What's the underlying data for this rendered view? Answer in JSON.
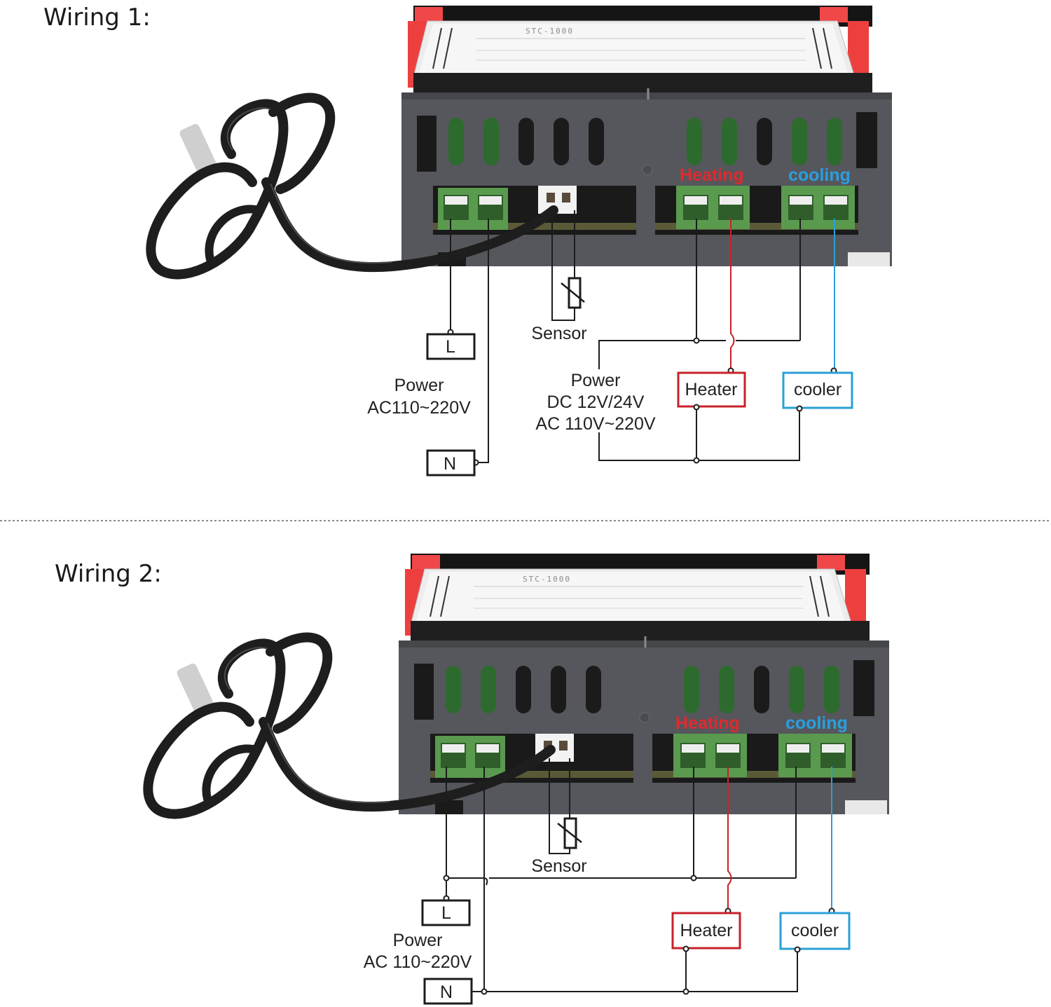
{
  "sections": [
    {
      "title": "Wiring 1:",
      "device": {
        "model_label": "STC-1000",
        "terminal_labels": {
          "heating": "Heating",
          "cooling": "cooling"
        }
      },
      "sensor_label": "Sensor",
      "input_power": {
        "title": "Power",
        "spec": "AC110~220V",
        "line_label": "L",
        "neutral_label": "N"
      },
      "load_power": {
        "title": "Power",
        "spec_lines": [
          "DC 12V/24V",
          "AC 110V~220V"
        ]
      },
      "loads": {
        "heater": "Heater",
        "cooler": "cooler"
      }
    },
    {
      "title": "Wiring 2:",
      "device": {
        "model_label": "STC-1000",
        "terminal_labels": {
          "heating": "Heating",
          "cooling": "cooling"
        }
      },
      "sensor_label": "Sensor",
      "input_power": {
        "title": "Power",
        "spec": "AC 110~220V",
        "line_label": "L",
        "neutral_label": "N"
      },
      "loads": {
        "heater": "Heater",
        "cooler": "cooler"
      }
    }
  ],
  "colors": {
    "heating": "#e0292f",
    "heater_wire": "#c8212a",
    "cooling": "#2a9fe0",
    "cooler_wire": "#2aa0d6",
    "device_body": "#55575c",
    "terminal_green": "#5a9a4f",
    "clip_red": "#f04848"
  }
}
